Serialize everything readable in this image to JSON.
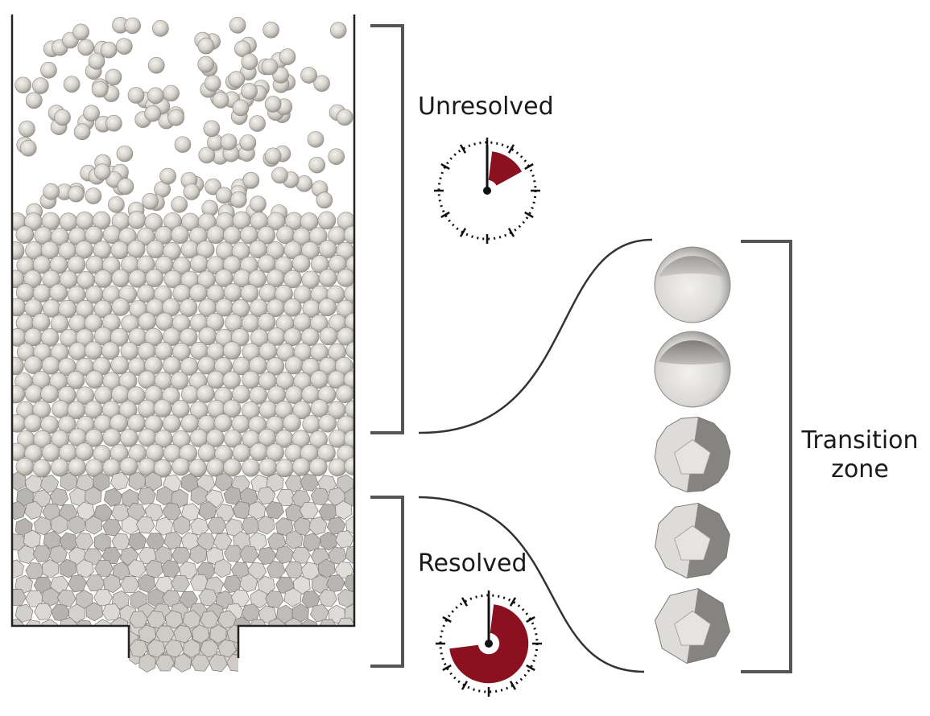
{
  "labels": {
    "unresolved": "Unresolved",
    "resolved": "Resolved",
    "transition_line1": "Transition",
    "transition_line2": "zone"
  },
  "colors": {
    "particle_fill": "#d9d6d0",
    "particle_edge": "#8a8781",
    "container_line": "#222222",
    "bracket_line": "#555555",
    "clock_fill": "#8b1020",
    "clock_outline": "#111111"
  },
  "clocks": {
    "unresolved": {
      "filled_fraction_start": 0.02,
      "filled_fraction_end": 0.17
    },
    "resolved": {
      "filled_fraction_start": 0.02,
      "filled_fraction_end": 0.73
    }
  },
  "transition_zone": {
    "stages": [
      {
        "name": "smooth-sphere"
      },
      {
        "name": "slightly-faceted-sphere"
      },
      {
        "name": "faceted-sphere"
      },
      {
        "name": "polyhedron-coarse"
      },
      {
        "name": "polyhedron-dodecahedron"
      }
    ]
  },
  "icons": [
    "particle-container",
    "stopwatch-icon",
    "stopwatch-icon",
    "transition-curve",
    "bracket"
  ]
}
